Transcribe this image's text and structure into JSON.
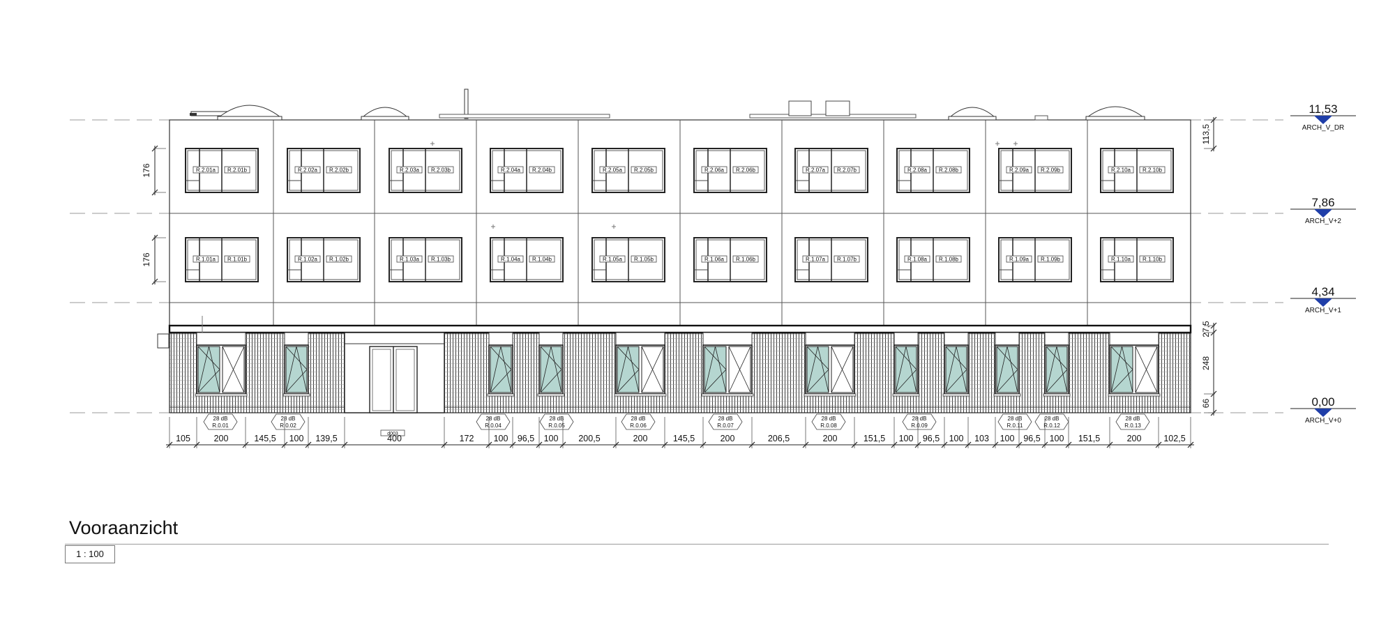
{
  "view": {
    "title": "Vooraanzicht",
    "scale": "1 : 100"
  },
  "levels": [
    {
      "id": "dr",
      "value": "11,53",
      "name": "ARCH_V_DR"
    },
    {
      "id": "v2",
      "value": "7,86",
      "name": "ARCH_V+2"
    },
    {
      "id": "v1",
      "value": "4,34",
      "name": "ARCH_V+1"
    },
    {
      "id": "v0",
      "value": "0,00",
      "name": "ARCH_V+0"
    }
  ],
  "vertical_dimensions": {
    "left_floor2": "176",
    "left_floor1": "176",
    "right_parapet": "113,5",
    "right_plinth_top": "27,5",
    "right_ground": "248",
    "right_base": "66"
  },
  "upper_window_labels": {
    "floor2": [
      [
        "R.2.01a",
        "R.2.01b"
      ],
      [
        "R.2.02a",
        "R.2.02b"
      ],
      [
        "R.2.03a",
        "R.2.03b"
      ],
      [
        "R.2.04a",
        "R.2.04b"
      ],
      [
        "R.2.05a",
        "R.2.05b"
      ],
      [
        "R.2.06a",
        "R.2.06b"
      ],
      [
        "R.2.07a",
        "R.2.07b"
      ],
      [
        "R.2.08a",
        "R.2.08b"
      ],
      [
        "R.2.09a",
        "R.2.09b"
      ],
      [
        "R.2.10a",
        "R.2.10b"
      ]
    ],
    "floor1": [
      [
        "R.1.01a",
        "R.1.01b"
      ],
      [
        "R.1.02a",
        "R.1.02b"
      ],
      [
        "R.1.03a",
        "R.1.03b"
      ],
      [
        "R.1.04a",
        "R.1.04b"
      ],
      [
        "R.1.05a",
        "R.1.05b"
      ],
      [
        "R.1.06a",
        "R.1.06b"
      ],
      [
        "R.1.07a",
        "R.1.07b"
      ],
      [
        "R.1.08a",
        "R.1.08b"
      ],
      [
        "R.1.09a",
        "R.1.09b"
      ],
      [
        "R.1.10a",
        "R.1.10b"
      ]
    ]
  },
  "ground_tags": [
    {
      "db": "28 dB",
      "id": "R.0.01"
    },
    {
      "db": "28 dB",
      "id": "R.0.02"
    },
    {
      "db": "28 dB",
      "id": "R.0.04"
    },
    {
      "db": "28 dB",
      "id": "R.0.05"
    },
    {
      "db": "28 dB",
      "id": "R.0.06"
    },
    {
      "db": "28 dB",
      "id": "R.0.07"
    },
    {
      "db": "28 dB",
      "id": "R.0.08"
    },
    {
      "db": "28 dB",
      "id": "R.0.09"
    },
    {
      "db": "28 dB",
      "id": "R.0.11"
    },
    {
      "db": "28 dB",
      "id": "R.0.12"
    },
    {
      "db": "28 dB",
      "id": "R.0.13"
    }
  ],
  "door_tag": "d003",
  "horizontal_dimensions": [
    "105",
    "200",
    "145,5",
    "100",
    "139,5",
    "400",
    "172",
    "100",
    "96,5",
    "100",
    "200,5",
    "200",
    "145,5",
    "200",
    "206,5",
    "200",
    "151,5",
    "100",
    "96,5",
    "100",
    "103",
    "100",
    "96,5",
    "100",
    "151,5",
    "200",
    "102,5"
  ]
}
